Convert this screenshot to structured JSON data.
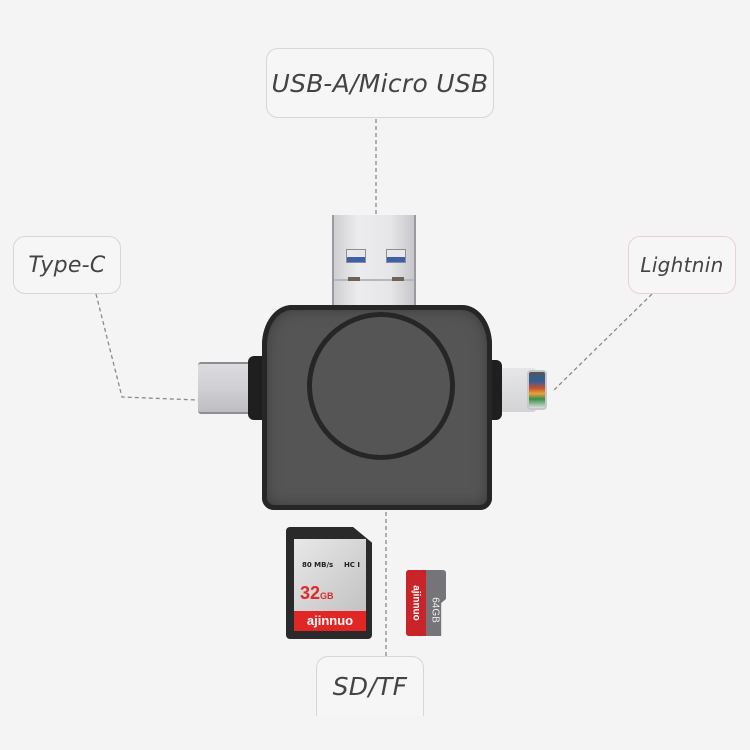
{
  "labels": {
    "usb_a": "USB-A/Micro USB",
    "type_c": "Type-C",
    "lightning": "Lightnin",
    "sd_tf": "SD/TF"
  },
  "sd_card": {
    "speed": "80 MB/s",
    "class": "HC I",
    "capacity": "32",
    "capacity_unit": "GB",
    "brand": "ajinnuo"
  },
  "micro_sd_card": {
    "brand": "ajinnuo",
    "capacity": "64GB"
  },
  "colors": {
    "background": "#f4f4f4",
    "body": "#555555",
    "card_red": "#e12626"
  }
}
